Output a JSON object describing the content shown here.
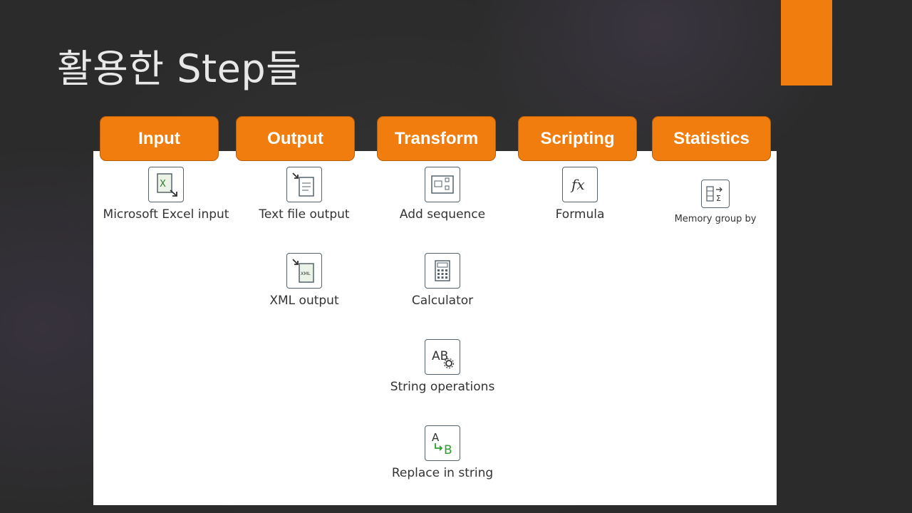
{
  "slide": {
    "title": "활용한 Step들",
    "accent_color": "#f07d0e"
  },
  "categories": [
    {
      "label": "Input"
    },
    {
      "label": "Output"
    },
    {
      "label": "Transform"
    },
    {
      "label": "Scripting"
    },
    {
      "label": "Statistics"
    }
  ],
  "steps": {
    "input": [
      {
        "label": "Microsoft Excel input",
        "icon": "excel-input-icon"
      }
    ],
    "output": [
      {
        "label": "Text file output",
        "icon": "text-file-output-icon"
      },
      {
        "label": "XML output",
        "icon": "xml-output-icon"
      }
    ],
    "transform": [
      {
        "label": "Add sequence",
        "icon": "add-sequence-icon"
      },
      {
        "label": "Calculator",
        "icon": "calculator-icon"
      },
      {
        "label": "String operations",
        "icon": "string-operations-icon"
      },
      {
        "label": "Replace in string",
        "icon": "replace-in-string-icon"
      }
    ],
    "scripting": [
      {
        "label": "Formula",
        "icon": "formula-icon"
      }
    ],
    "statistics": [
      {
        "label": "Memory group by",
        "icon": "memory-group-by-icon"
      }
    ]
  }
}
